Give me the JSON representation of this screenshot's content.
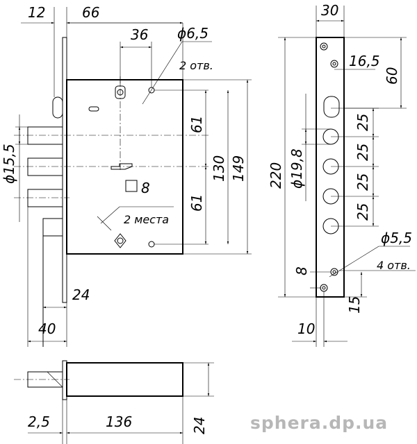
{
  "front_view": {
    "dim_backset_left": "12",
    "dim_width": "66",
    "dim_hole_offset": "36",
    "dim_hole_diameter": "ϕ6,5",
    "note_holes": "2 отв.",
    "dim_upper_half": "61",
    "dim_lower_half": "61",
    "dim_hole_span": "130",
    "dim_body_height": "149",
    "dim_bolt_diameter": "ϕ15,5",
    "dim_spindle": "8",
    "note_places": "2 места",
    "dim_latch": "24",
    "dim_backset": "40"
  },
  "faceplate_view": {
    "dim_plate_width": "30",
    "dim_hole_inset": "16,5",
    "dim_top_offset": "60",
    "dim_plate_length": "220",
    "dim_bolt_hole_diameter": "ϕ19,8",
    "dim_pitch_1": "25",
    "dim_pitch_2": "25",
    "dim_pitch_3": "25",
    "dim_pitch_4": "25",
    "dim_screw_diameter": "ϕ5,5",
    "note_screw_holes": "4 отв.",
    "dim_bottom_screw": "8",
    "dim_bottom_offset": "15",
    "dim_bottom_width": "10"
  },
  "side_view": {
    "dim_plate_thickness": "2,5",
    "dim_body_depth": "136",
    "dim_body_thickness": "24"
  },
  "watermark": "sphera.dp.ua"
}
